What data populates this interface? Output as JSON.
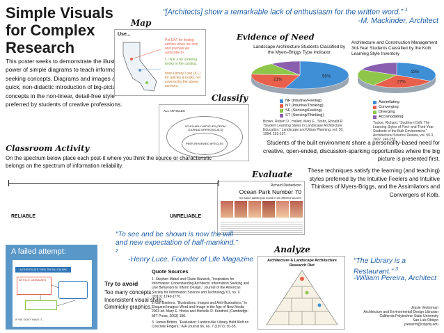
{
  "title": "Simple Visuals for Complex Research",
  "intro": "This poster seeks to demonstrate the illustrative power of simple diagrams to teach information-seeking concepts. Diagrams and images allow for quick, non-didactic introduction of big-picture concepts in the non-linear, detail-free style preferred by students of creative professions.",
  "quote_top": {
    "text": "“[Architects] show a remarkable lack of enthusiasm for the written word.” ",
    "ref": "1",
    "author": "-M. Mackinder, Architect"
  },
  "sections": {
    "map": "Map",
    "classify": "Classify",
    "evidence": "Evidence of Need",
    "evaluate": "Evaluate",
    "analyze": "Analyze",
    "classroom": "Classroom Activity"
  },
  "map_panel": {
    "label": "Use...",
    "poldat": "Pol-DAT for finding articles when we own and journals we subscribe to.",
    "links": "L I N K s for ordering books in the catalog.",
    "ill": "Inter-Library Loan (ILL) for articles & books not covered by the above services."
  },
  "evidence": {
    "chart_left_caption": "Landscape Architecture Students Classified by the Myers-Briggs Type Indicator",
    "chart_right_caption": "Architecture and Construction Management 3rd-Year Students Classified by the Kolb Learning Style Inventory",
    "cite_left": "Brown, Robert D., Hallett, Mary E., Stoltz, Ronald R. “Student Learning Styles in Landscape Architecture Education.” Landscape and Urban Planning, vol. 30, 1994. 151-157.",
    "cite_right": "Tucker, Richard. “Southern Drift: The Learning Styles of First- and Third-Year Students of the Built Environment.” Architectural Science Review, vol. 50.3, 2007. 246-255."
  },
  "chart_data": [
    {
      "type": "pie",
      "title": "Landscape Architecture Students Classified by the Myers-Briggs Type Indicator",
      "categories": [
        "NF (Intuitive/Feeling)",
        "NT (Intuitive/Thinking)",
        "SF (Sensing/Feeling)",
        "ST (Sensing/Thinking)"
      ],
      "values": [
        55,
        21,
        14,
        10
      ],
      "value_labels": [
        "55%",
        "21%",
        "",
        ""
      ],
      "colors": [
        "#3f8fd6",
        "#e8604c",
        "#8ec64a",
        "#8a5fb0"
      ],
      "legend": "bottom"
    },
    {
      "type": "pie",
      "title": "Architecture and Construction Management 3rd-Year Students Classified by the Kolb Learning Style Inventory",
      "categories": [
        "Assimilating",
        "Converging",
        "Diverging",
        "Accomodating"
      ],
      "values": [
        33,
        27,
        22,
        18
      ],
      "value_labels": [
        "33%",
        "27%",
        "",
        ""
      ],
      "colors": [
        "#3f8fd6",
        "#e8604c",
        "#8ec64a",
        "#8a5fb0"
      ],
      "legend": "bottom"
    }
  ],
  "built_env": "Students of the built environment share a personality-based need for creative, open-ended, discussion-sparking opportunities where the big picture is presented first.",
  "techniques": "These techniques satisfy the learning (and teaching) styles preferred by the Intuitive Feelers and Intuitive Thinkers of Myers-Briggs, and the Assimilators and Convergers of Kolb.",
  "classify_panel": {
    "all": "ALL ARTICLES",
    "scholarly": "SCHOLARLY ARTICLES (FROM JOURNALS/PERIODICALS)",
    "peer": "PEER-REVIEWED ARTICLES"
  },
  "evaluate_panel": {
    "author": "Richard Diebenkorn",
    "work": "Ocean Park Number 70",
    "caption": "The same painting as found in six different sources"
  },
  "classroom": {
    "text": "On the spectrum below place each post-it where you think the source or characteristic belongs on the spectrum of information reliability.",
    "left": "RELIABLE",
    "right": "UNRELIABLE"
  },
  "quote_mid": {
    "text": "“To see and be shown is now the will and new expectation of half-mankind.” ",
    "ref": "2",
    "author": "-Henry Luce, Founder of Life Magazine"
  },
  "failed": {
    "title": "A failed attempt:",
    "box1": "AUTHENTICATE THRU THE MU CAI PAS PORTAL",
    "box2": "ARTICLE DATABASES",
    "box3": "IF WE DON'T HAVE IT..."
  },
  "avoid": {
    "head": "Try to avoid",
    "items": [
      "Too many concepts.",
      "Inconsistent visual style.",
      "Gimmicky graphics."
    ]
  },
  "quote_sources": {
    "head": "Quote Sources",
    "items": [
      "1. Stephen Mabel and Claire Warwick, “Inspiration for Information: Understanding Architects' Information Seeking and Use Behaviors to Inform Design,” Journal of the American Society for Information Science and Technology 61, no. 9 (2010): 1740-1770.",
      "2. Jan Baetens, “Illustrations, Images and Anti-Illustrations,” in Eloquent Images: Word and Image in the Age of New Media 2003 ed. Mary E. Hocks and Michelle R. Kendrick (Cambridge: MIT Press, 2003) 180.",
      "3. James Britton, “Evaluation: Lantern-like Library Held Aloft on Concrete Fingers,” AIA Journal 66, no. 7 (1977): 30-35."
    ]
  },
  "analyze_panel": {
    "title": "Architecture & Landscape Architecture Research Diet"
  },
  "quote_right": {
    "text": "“The Library is a Restaurant.” ",
    "ref": "3",
    "author": "-William Pereira, Architect"
  },
  "credit": {
    "lines": [
      "Jessie Vesterman",
      "Architecture and Environmental Design Librarian",
      "California Polytechnic State University",
      "San Luis Obispo",
      "jvesterm@calpoly.edu"
    ]
  },
  "colors": {
    "quote_blue": "#1f5fa8",
    "failed_bg": "#5a97c9",
    "pie_blue": "#3f8fd6",
    "pie_red": "#e8604c",
    "pie_green": "#8ec64a",
    "pie_purple": "#8a5fb0"
  }
}
